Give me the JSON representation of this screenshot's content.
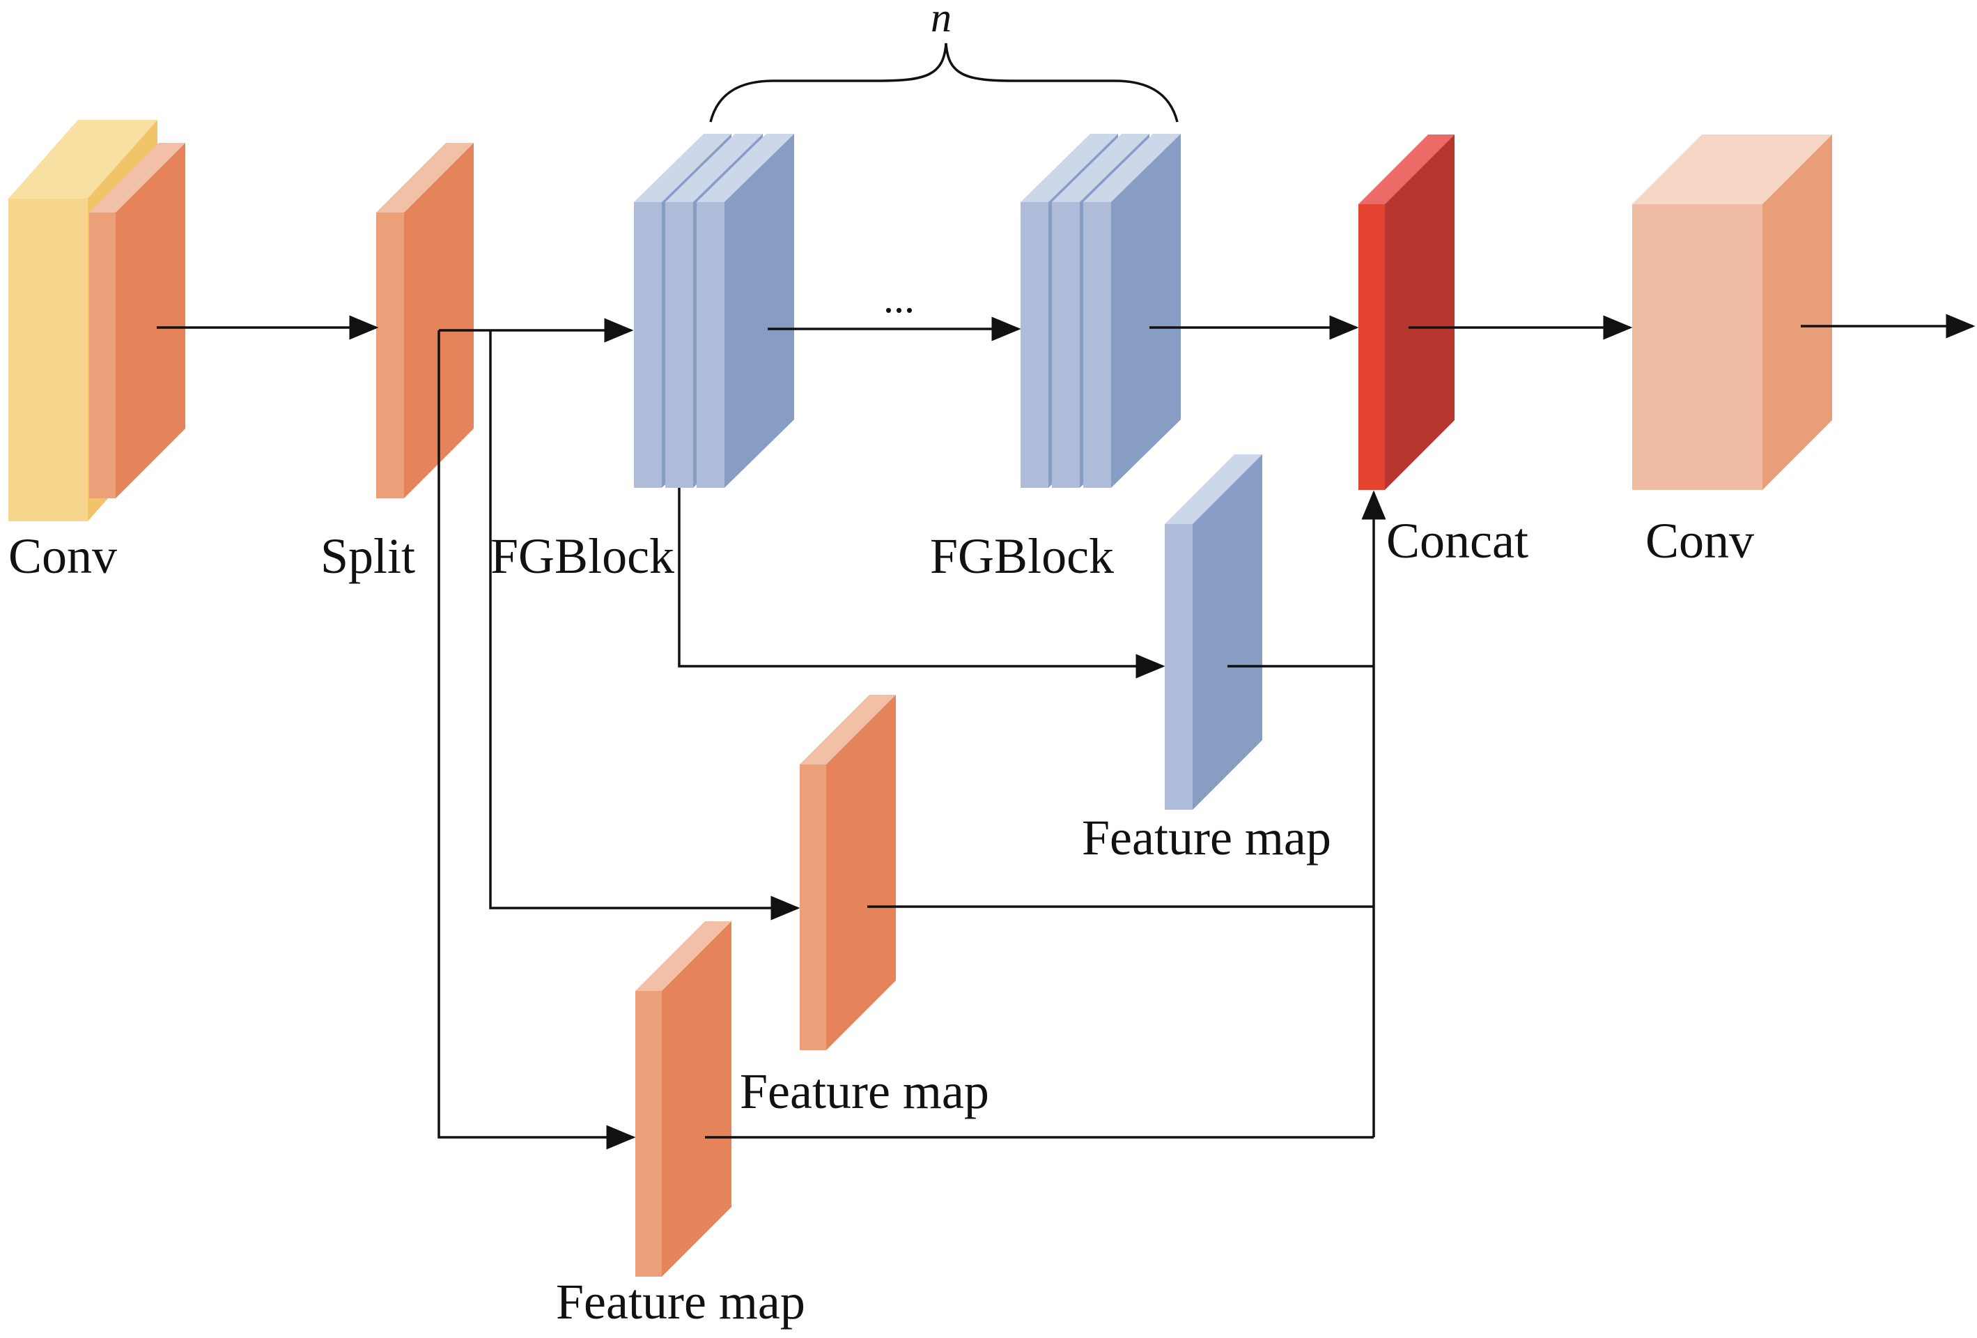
{
  "labels": {
    "conv_input": "Conv",
    "split": "Split",
    "fgblock_first": "FGBlock",
    "fgblock_last": "FGBlock",
    "concat": "Concat",
    "conv_output": "Conv",
    "feature_map_fg": "Feature map",
    "feature_map_mid": "Feature map",
    "feature_map_low": "Feature map",
    "repeat_count": "n",
    "ellipsis": "..."
  },
  "colors": {
    "yellow_front": "#f6d58c",
    "yellow_top": "#f8e0a2",
    "orange_front": "#eca07a",
    "orange_side": "#e5835a",
    "orange_top": "#f2c0a6",
    "blue_front": "#aebbd9",
    "blue_side": "#889dc4",
    "blue_top": "#cdd7ea",
    "red_front": "#e4432f",
    "red_side": "#b9352f",
    "red_top": "#ee6a66",
    "peach_front": "#f0bda4",
    "peach_side": "#e89e78",
    "peach_top": "#f7d6c6",
    "line": "#111111"
  }
}
